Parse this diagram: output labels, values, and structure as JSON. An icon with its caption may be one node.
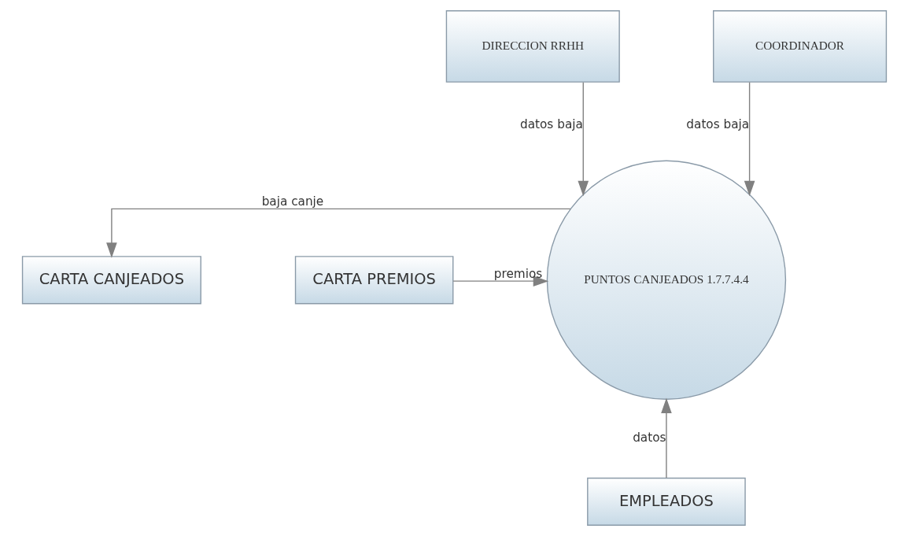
{
  "diagram": {
    "nodes": [
      {
        "text": [
          "DIRECCION RRHH"
        ]
      },
      {
        "text": [
          "COORDINADOR"
        ]
      },
      {
        "text": [
          "CARTA CANJEADOS"
        ]
      },
      {
        "text": [
          "PUNTOS CANJEADOS 1.7.7.4.4"
        ]
      },
      {
        "text": [
          "CARTA PREMIOS"
        ]
      },
      {
        "text": [
          "EMPLEADOS"
        ]
      }
    ],
    "edges": [
      {
        "from": 0,
        "to": 3,
        "arrow": "to",
        "label": "datos baja"
      },
      {
        "from": 1,
        "to": 3,
        "arrow": "to",
        "label": "datos baja"
      },
      {
        "from": 3,
        "to": 2,
        "arrow": "to",
        "label": "baja canje"
      },
      {
        "from": 4,
        "to": 3,
        "arrow": "to",
        "label": "premios"
      },
      {
        "from": 5,
        "to": 3,
        "arrow": "to",
        "label": "datos"
      }
    ]
  }
}
